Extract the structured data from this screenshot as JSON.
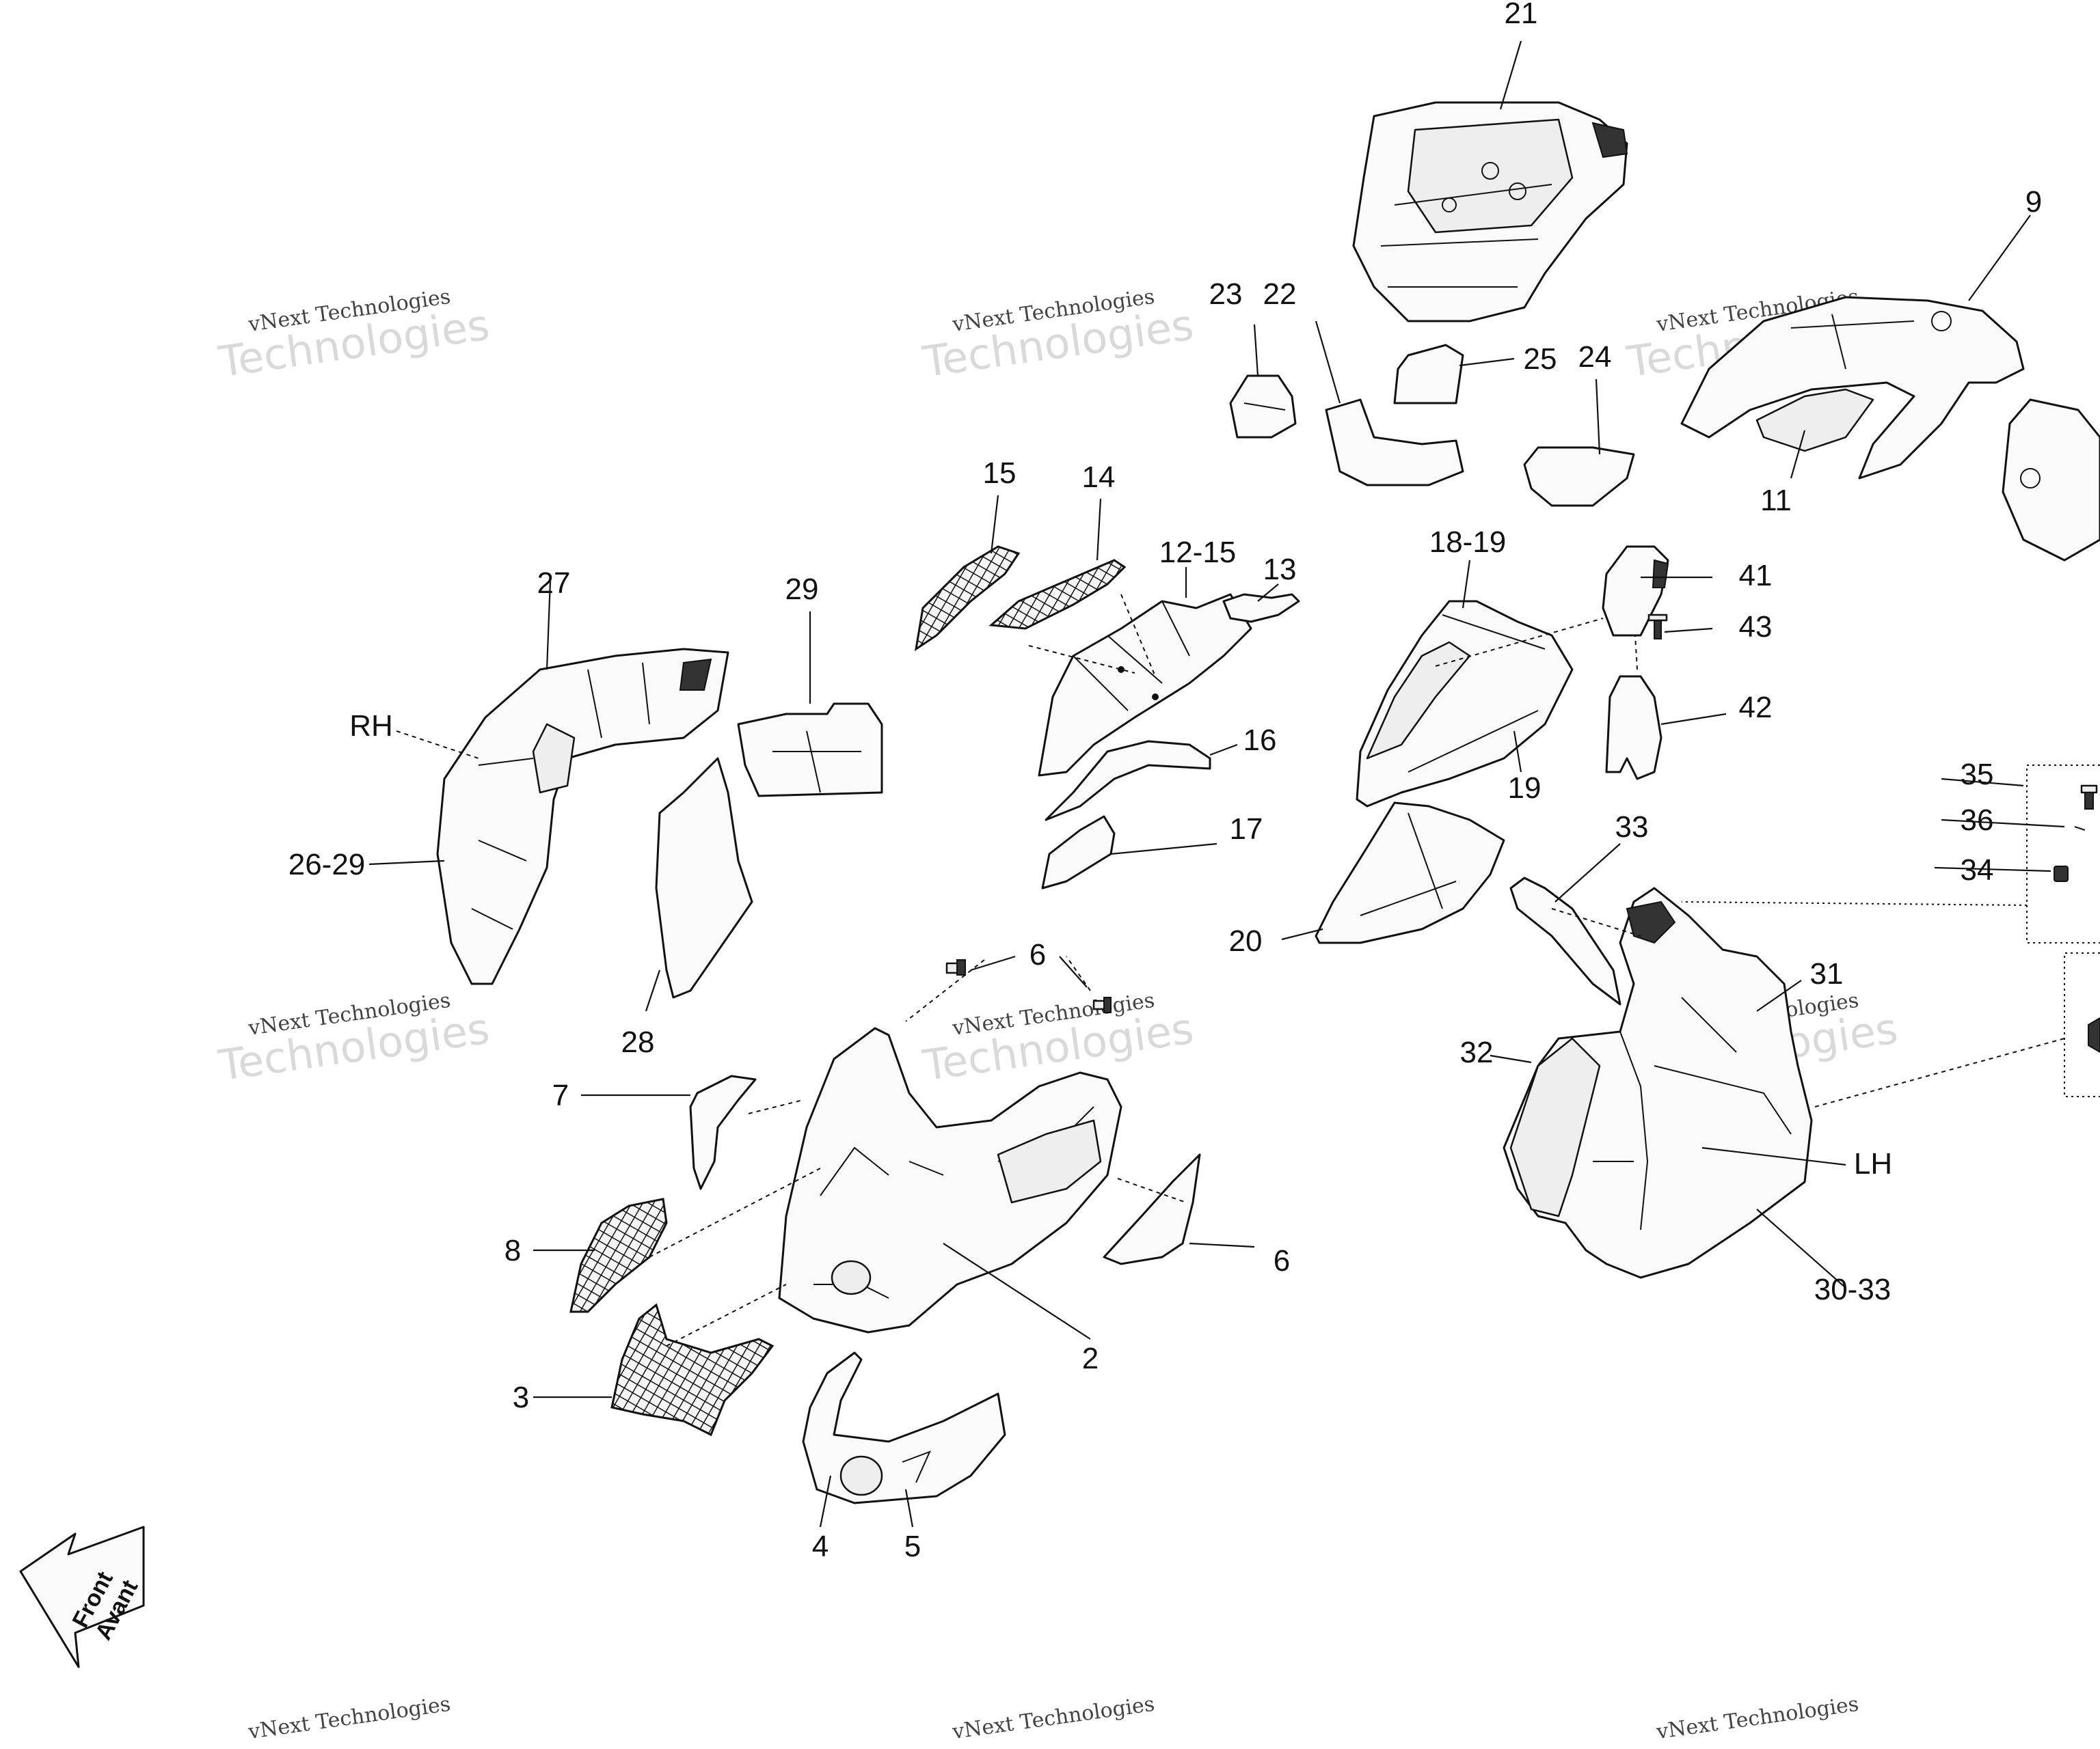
{
  "callouts": {
    "c2": "2",
    "c3": "3",
    "c4": "4",
    "c5": "5",
    "c6a": "6",
    "c6b": "6",
    "c7": "7",
    "c8": "8",
    "c9": "9",
    "c11": "11",
    "c12_15": "12-15",
    "c13": "13",
    "c14": "14",
    "c15": "15",
    "c16": "16",
    "c17": "17",
    "c18_19": "18-19",
    "c19": "19",
    "c20": "20",
    "c21": "21",
    "c22": "22",
    "c23": "23",
    "c24": "24",
    "c25": "25",
    "c26_29": "26-29",
    "c27": "27",
    "c28": "28",
    "c29": "29",
    "c30_33": "30-33",
    "c31": "31",
    "c32": "32",
    "c33": "33",
    "c34": "34",
    "c35": "35",
    "c36": "36",
    "c41": "41",
    "c42": "42",
    "c43": "43",
    "rh": "RH",
    "lh": "LH"
  },
  "front_arrow": {
    "line1": "Front",
    "line2": "Avant"
  },
  "watermark": {
    "line1": "vNext Technologies",
    "line2": "Technologies"
  }
}
